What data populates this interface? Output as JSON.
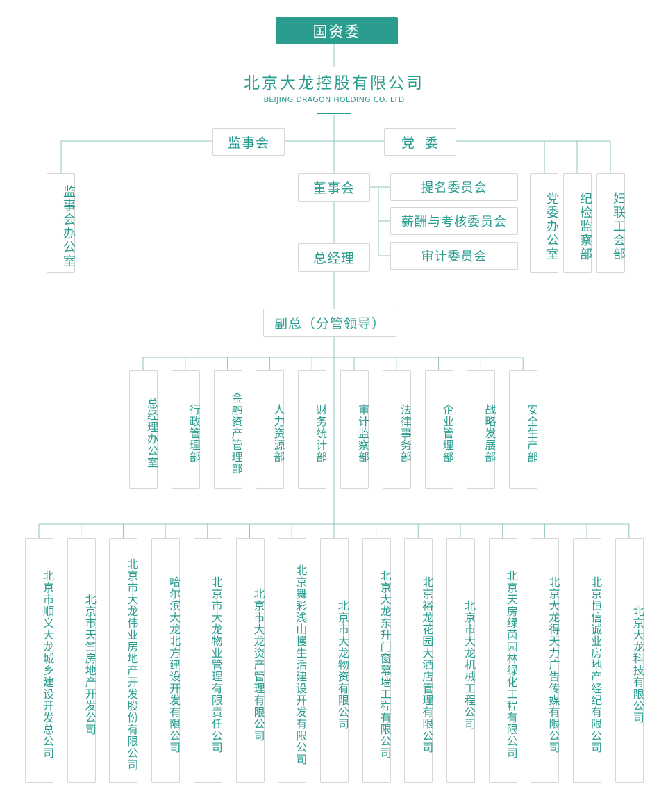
{
  "top": "国资委",
  "company": {
    "name": "北京大龙控股有限公司",
    "name_en": "BEIJING DRAGON HOLDING CO. LTD"
  },
  "supervisory_board": "监事会",
  "supervisory_office": "监事会办公室",
  "party_committee": "党  委",
  "party_units": [
    "党委办公室",
    "纪检监察部",
    "妇联工会部"
  ],
  "board": "董事会",
  "committees": [
    "提名委员会",
    "薪酬与考核委员会",
    "审计委员会"
  ],
  "general_manager": "总经理",
  "deputy": "副总（分管领导）",
  "departments": [
    "总经理办公室",
    "行政管理部",
    "金融资产管理部",
    "人力资源部",
    "财务统计部",
    "审计监察部",
    "法律事务部",
    "企业管理部",
    "战略发展部",
    "安全生产部"
  ],
  "companies": [
    "北京市顺义大龙城乡建设开发总公司",
    "北京市天竺房地产开发公司",
    "北京市大龙伟业房地产开发股份有限公司",
    "哈尔滨大龙北方建设开发有限公司",
    "北京市大龙物业管理有限责任公司",
    "北京市大龙资产管理有限公司",
    "北京舞彩浅山慢生活建设开发有限公司",
    "北京市大龙物资有限公司",
    "北京大龙东升门窗幕墙工程有限公司",
    "北京裕龙花园大酒店管理有限公司",
    "北京市大龙机械工程公司",
    "北京天房绿茵园林绿化工程有限公司",
    "北京大龙得天力广告传媒有限公司",
    "北京恒信诚业房地产经纪有限公司",
    "北京大龙科技有限公司"
  ],
  "colors": {
    "accent": "#2a9d8f",
    "line": "#8fc6bf",
    "border": "#d6d6d6"
  }
}
